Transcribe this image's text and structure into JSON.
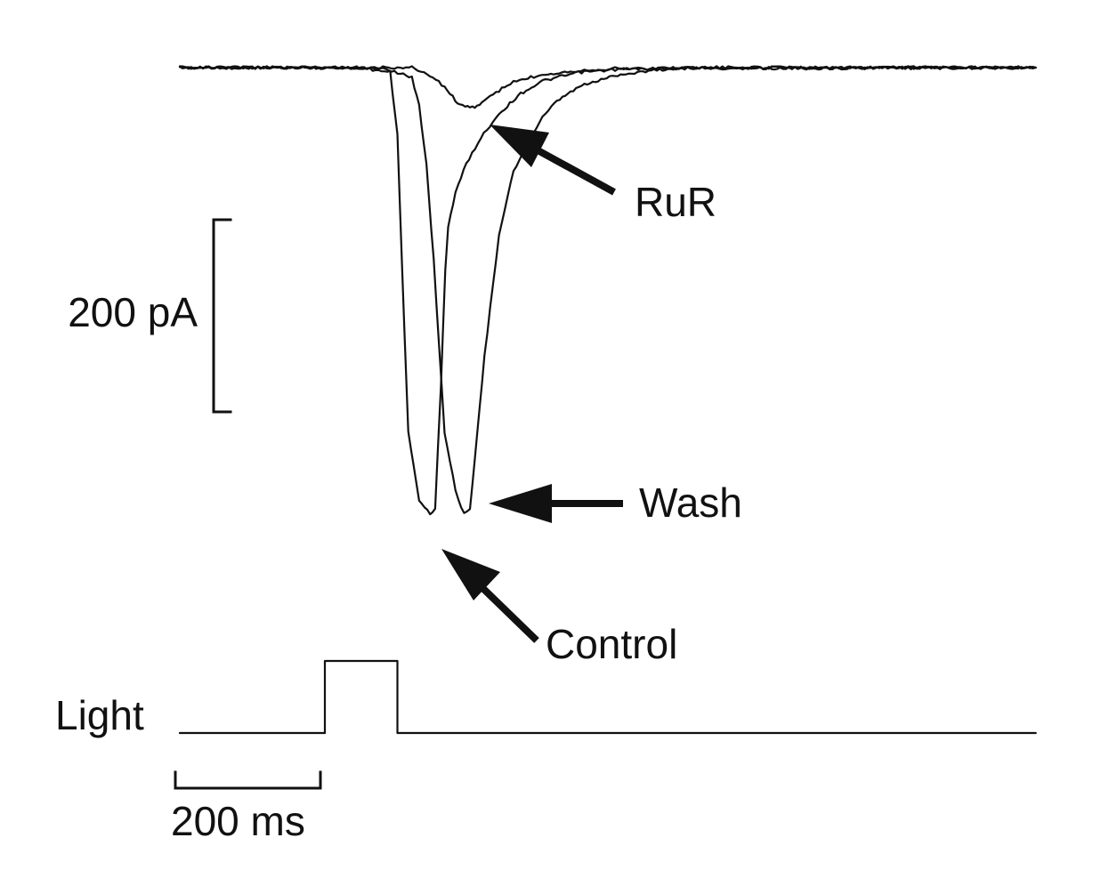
{
  "chart_data": {
    "type": "line",
    "title": "",
    "xlabel": "",
    "ylabel": "",
    "x_unit": "ms",
    "y_unit": "pA",
    "baseline_pA": 0,
    "scale_bars": {
      "current": {
        "value": 200,
        "label": "200 pA"
      },
      "time": {
        "value": 200,
        "label": "200 ms"
      }
    },
    "series": [
      {
        "name": "Control",
        "x": [
          0,
          250,
          290,
          300,
          310,
          315,
          330,
          345,
          352,
          360,
          366,
          370,
          380,
          395,
          415,
          440,
          470,
          500,
          550,
          600,
          700,
          1000,
          1180
        ],
        "y": [
          0,
          0,
          -5,
          -70,
          -280,
          -380,
          -450,
          -465,
          -460,
          -330,
          -210,
          -165,
          -130,
          -100,
          -73,
          -48,
          -27,
          -14,
          -5,
          -2,
          0,
          0,
          0
        ]
      },
      {
        "name": "Wash",
        "x": [
          0,
          280,
          320,
          330,
          340,
          350,
          365,
          380,
          392,
          400,
          410,
          420,
          440,
          460,
          480,
          500,
          520,
          550,
          600,
          650,
          700,
          1000,
          1180
        ],
        "y": [
          0,
          0,
          -10,
          -40,
          -100,
          -200,
          -380,
          -440,
          -465,
          -460,
          -380,
          -300,
          -175,
          -108,
          -78,
          -52,
          -35,
          -20,
          -8,
          -3,
          0,
          0,
          0
        ]
      },
      {
        "name": "RuR",
        "x": [
          0,
          320,
          345,
          365,
          380,
          390,
          400,
          410,
          420,
          440,
          460,
          500,
          550,
          600,
          1180
        ],
        "y": [
          0,
          0,
          -8,
          -20,
          -34,
          -40,
          -42,
          -40,
          -34,
          -24,
          -15,
          -7,
          -3,
          -1,
          0
        ]
      }
    ],
    "light_stimulus": {
      "label": "Light",
      "on_ms": 200,
      "off_ms": 300,
      "end_ms": 1180
    },
    "annotations": [
      "RuR",
      "Wash",
      "Control"
    ]
  }
}
